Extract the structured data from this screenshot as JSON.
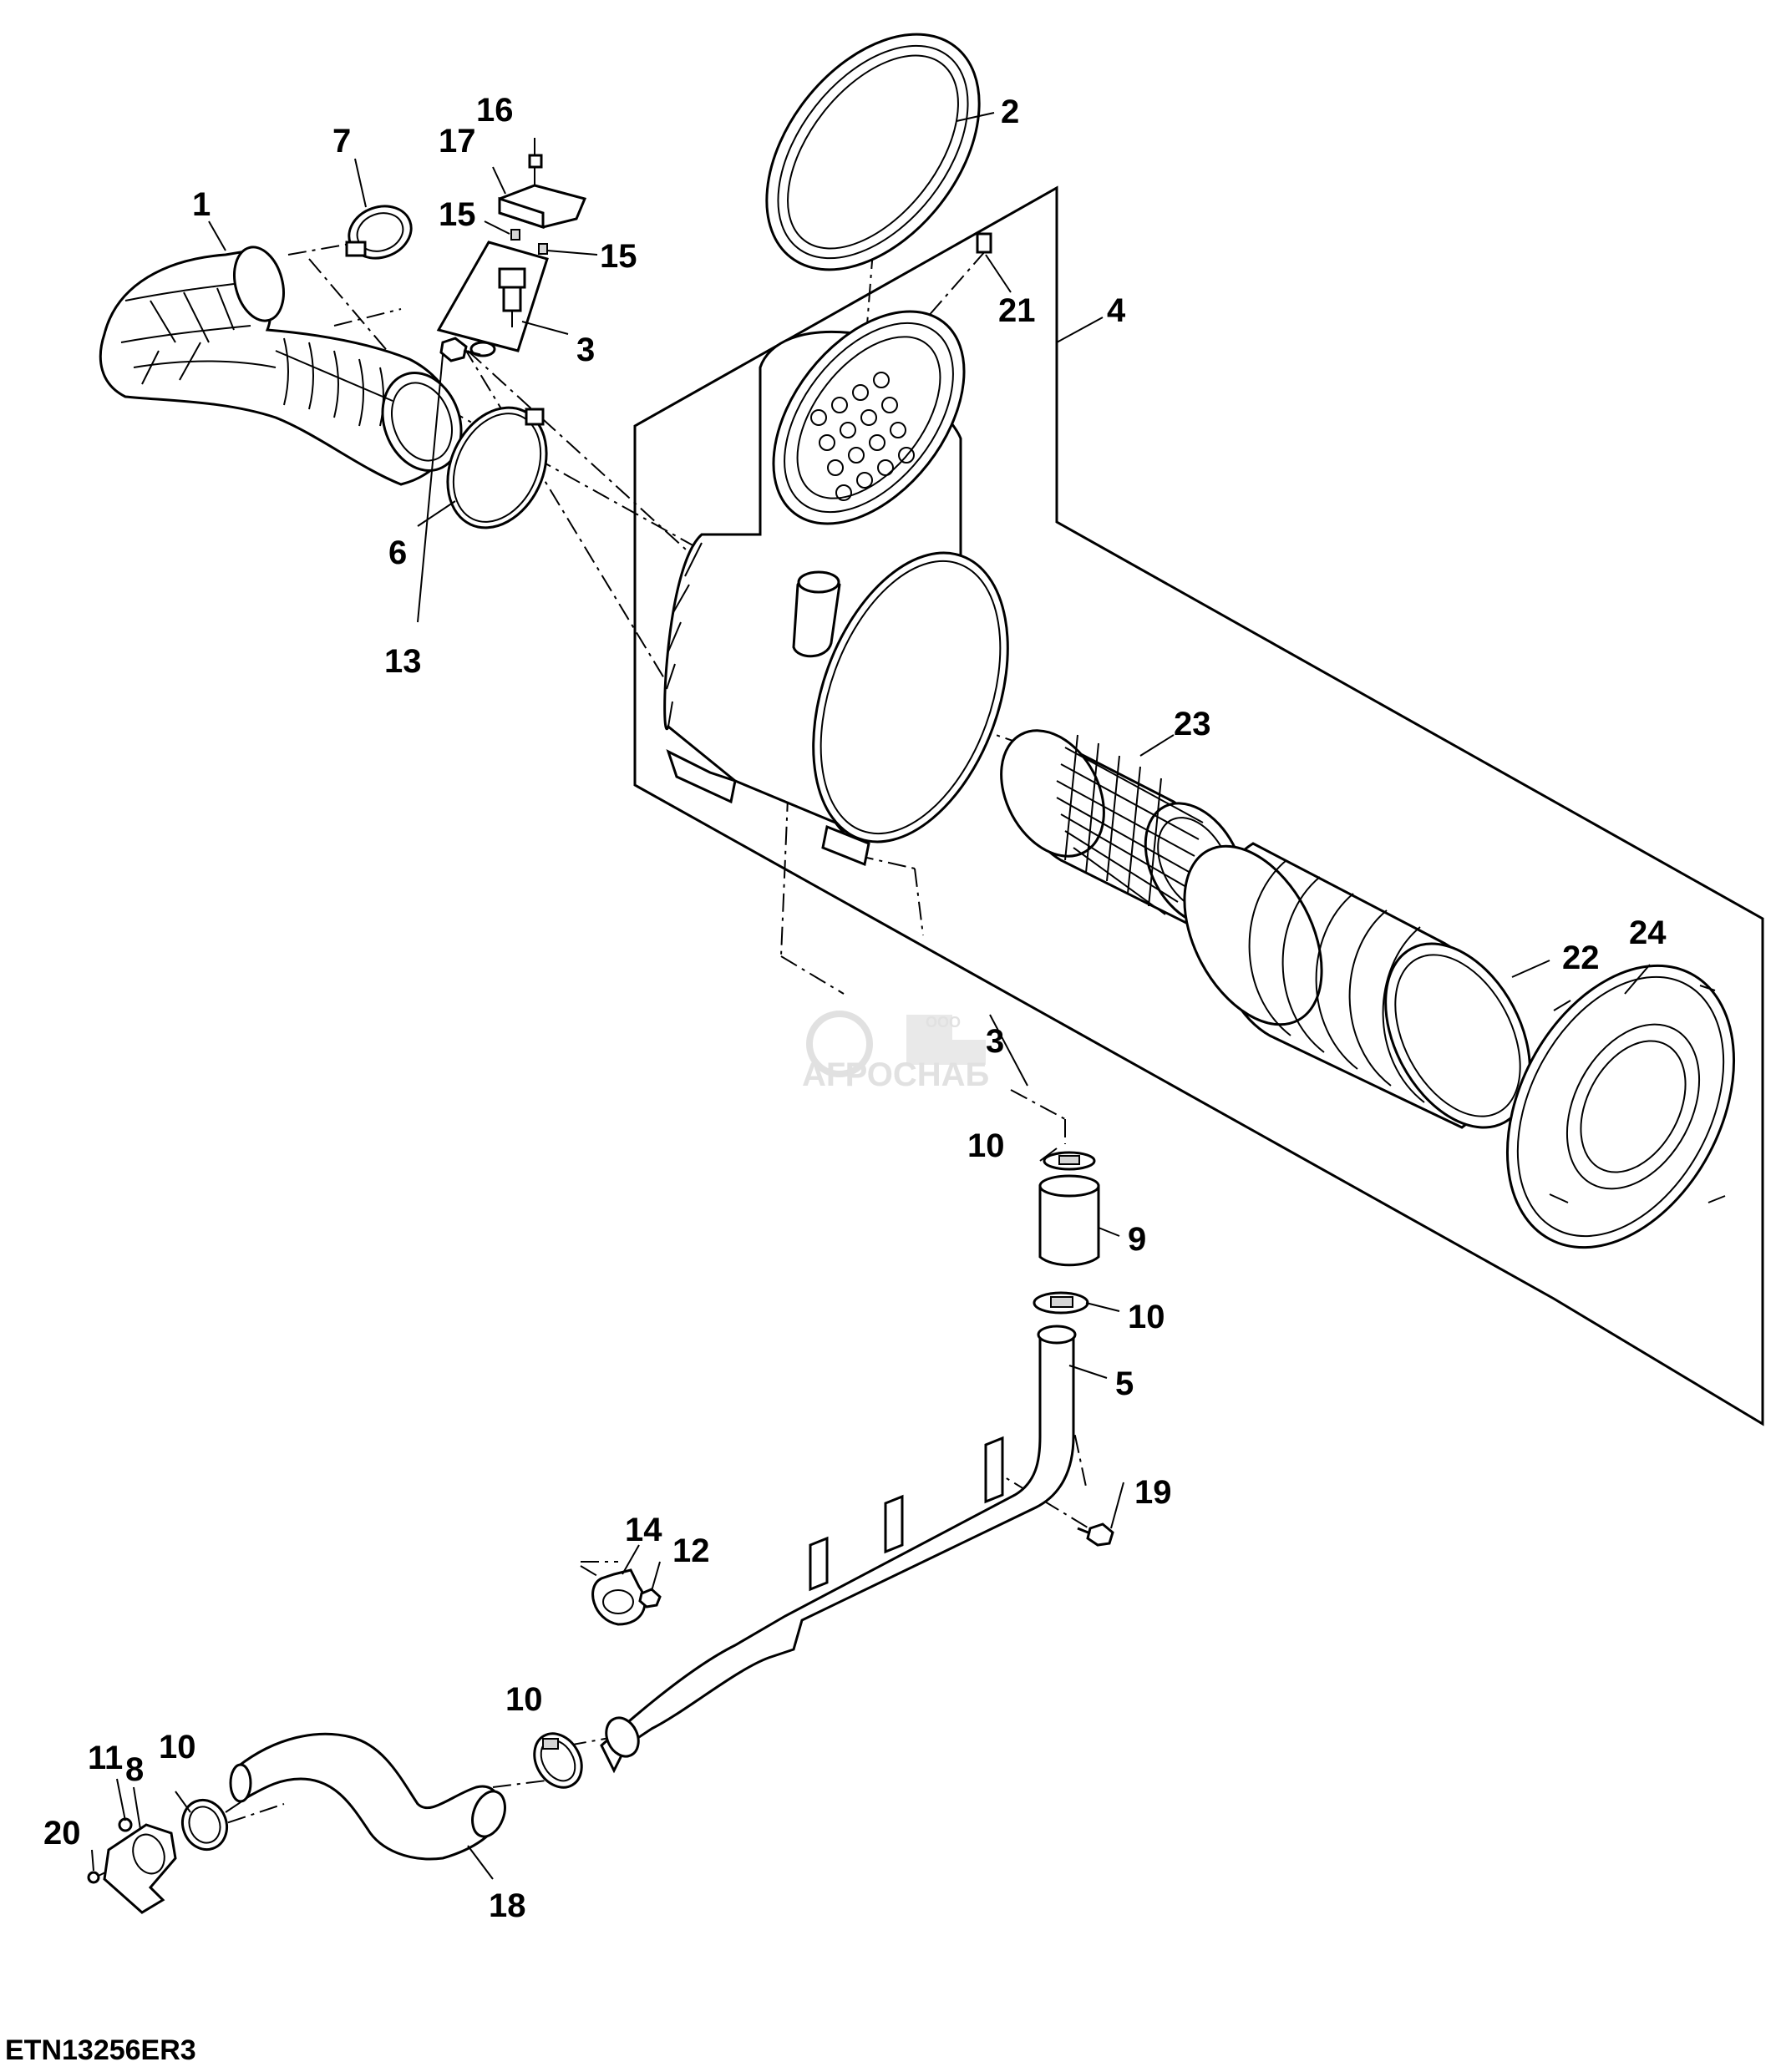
{
  "diagram": {
    "drawing_code": "ETN13256ER3",
    "watermark": {
      "small": "ООО",
      "name": "АГРОСНАБ"
    },
    "callouts": [
      {
        "id": "c1",
        "text": "1"
      },
      {
        "id": "c2",
        "text": "2"
      },
      {
        "id": "c3a",
        "text": "3"
      },
      {
        "id": "c3b",
        "text": "3"
      },
      {
        "id": "c4",
        "text": "4"
      },
      {
        "id": "c5",
        "text": "5"
      },
      {
        "id": "c6",
        "text": "6"
      },
      {
        "id": "c7",
        "text": "7"
      },
      {
        "id": "c8",
        "text": "8"
      },
      {
        "id": "c9",
        "text": "9"
      },
      {
        "id": "c10a",
        "text": "10"
      },
      {
        "id": "c10b",
        "text": "10"
      },
      {
        "id": "c10c",
        "text": "10"
      },
      {
        "id": "c10d",
        "text": "10"
      },
      {
        "id": "c11",
        "text": "11"
      },
      {
        "id": "c12",
        "text": "12"
      },
      {
        "id": "c13",
        "text": "13"
      },
      {
        "id": "c14",
        "text": "14"
      },
      {
        "id": "c15a",
        "text": "15"
      },
      {
        "id": "c15b",
        "text": "15"
      },
      {
        "id": "c16",
        "text": "16"
      },
      {
        "id": "c17",
        "text": "17"
      },
      {
        "id": "c18",
        "text": "18"
      },
      {
        "id": "c19",
        "text": "19"
      },
      {
        "id": "c20",
        "text": "20"
      },
      {
        "id": "c21",
        "text": "21"
      },
      {
        "id": "c22",
        "text": "22"
      },
      {
        "id": "c23",
        "text": "23"
      },
      {
        "id": "c24",
        "text": "24"
      }
    ]
  }
}
